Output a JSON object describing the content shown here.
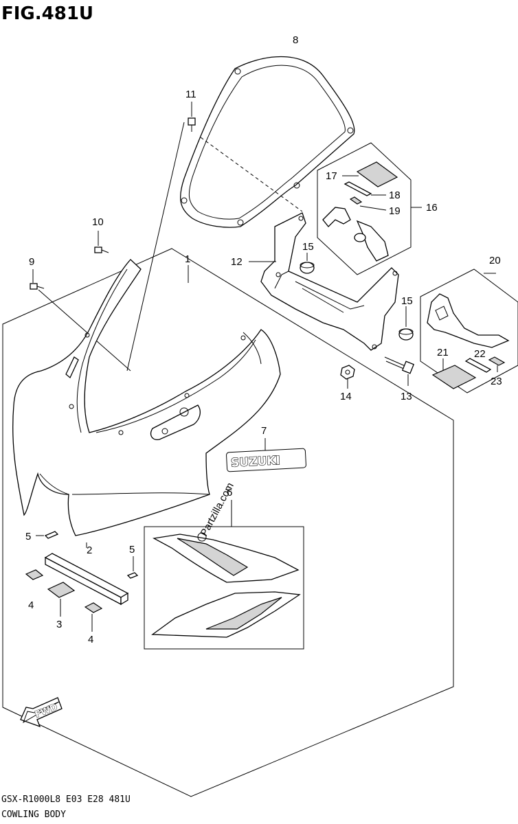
{
  "figure": {
    "title": "FIG.481U",
    "model_code": "GSX-R1000L8  E03  E28  481U",
    "caption": "COWLING BODY",
    "watermark": "Partzilla.com",
    "brand_decal_text": "SUZUKI",
    "direction_arrow_text": "FWD"
  },
  "callouts": [
    {
      "id": "c1",
      "label": "1"
    },
    {
      "id": "c2",
      "label": "2"
    },
    {
      "id": "c3",
      "label": "3"
    },
    {
      "id": "c4a",
      "label": "4"
    },
    {
      "id": "c4b",
      "label": "4"
    },
    {
      "id": "c5a",
      "label": "5"
    },
    {
      "id": "c5b",
      "label": "5"
    },
    {
      "id": "c6",
      "label": "6"
    },
    {
      "id": "c7",
      "label": "7"
    },
    {
      "id": "c8",
      "label": "8"
    },
    {
      "id": "c9",
      "label": "9"
    },
    {
      "id": "c10",
      "label": "10"
    },
    {
      "id": "c11",
      "label": "11"
    },
    {
      "id": "c12",
      "label": "12"
    },
    {
      "id": "c13",
      "label": "13"
    },
    {
      "id": "c14",
      "label": "14"
    },
    {
      "id": "c15a",
      "label": "15"
    },
    {
      "id": "c15b",
      "label": "15"
    },
    {
      "id": "c16",
      "label": "16"
    },
    {
      "id": "c17",
      "label": "17"
    },
    {
      "id": "c18",
      "label": "18"
    },
    {
      "id": "c19",
      "label": "19"
    },
    {
      "id": "c20",
      "label": "20"
    },
    {
      "id": "c21",
      "label": "21"
    },
    {
      "id": "c22",
      "label": "22"
    },
    {
      "id": "c23",
      "label": "23"
    }
  ]
}
